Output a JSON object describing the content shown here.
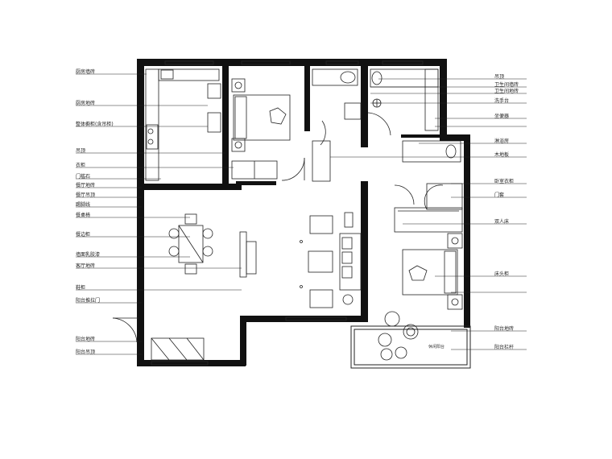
{
  "left_labels": [
    "厨房墙砖",
    "厨房地砖",
    "整体橱柜(含吊柜)",
    "吊顶",
    "衣柜",
    "门槛石",
    "餐厅地砖",
    "餐厅吊顶",
    "踢脚线",
    "餐桌椅",
    "餐边柜",
    "墙面乳胶漆",
    "客厅地砖",
    "鞋柜",
    "阳台推拉门",
    "阳台地砖",
    "阳台吊顶"
  ],
  "right_labels": [
    "吊顶",
    "卫生间墙砖",
    "卫生间地砖",
    "洗手台",
    "坐便器",
    "淋浴房",
    "木地板",
    "卧室衣柜",
    "门套",
    "双人床",
    "床头柜",
    "阳台地砖",
    "阳台栏杆"
  ],
  "inner_labels": [
    "休闲阳台"
  ],
  "colors": {
    "wall": "#111111",
    "line": "#222222"
  }
}
